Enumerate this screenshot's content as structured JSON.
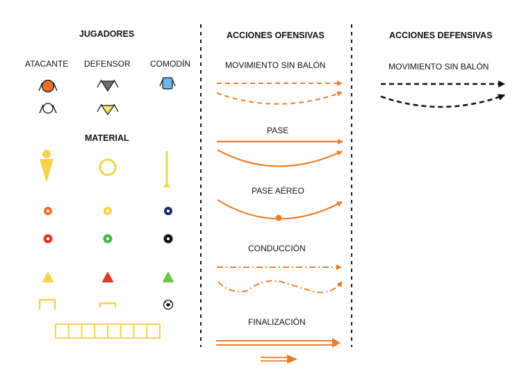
{
  "columns": {
    "jugadores": "JUGADORES",
    "ofensivas": "ACCIONES OFENSIVAS",
    "defensivas": "ACCIONES DEFENSIVAS"
  },
  "players": {
    "atacante": "ATACANTE",
    "defensor": "DEFENSOR",
    "comodin": "COMODÍN"
  },
  "material_title": "MATERIAL",
  "offensive_actions": {
    "movimiento": "MOVIMIENTO SIN BALÓN",
    "pase": "PASE",
    "pase_aereo": "PASE AÉREO",
    "conduccion": "CONDUCCIÓN",
    "finalizacion": "FINALIZACIÓN"
  },
  "defensive_actions": {
    "movimiento": "MOVIMIENTO SIN BALÓN"
  },
  "colors": {
    "attacker": "#e8702a",
    "defender": "#6f6f6f",
    "wildcard": "#6cb6f0",
    "material_yellow": "#f7d24a",
    "offense_arrow": "#ee7d2b",
    "defense_arrow": "#111111",
    "red": "#e23a2a",
    "green": "#4ab54a",
    "navy": "#1d2a6b"
  }
}
